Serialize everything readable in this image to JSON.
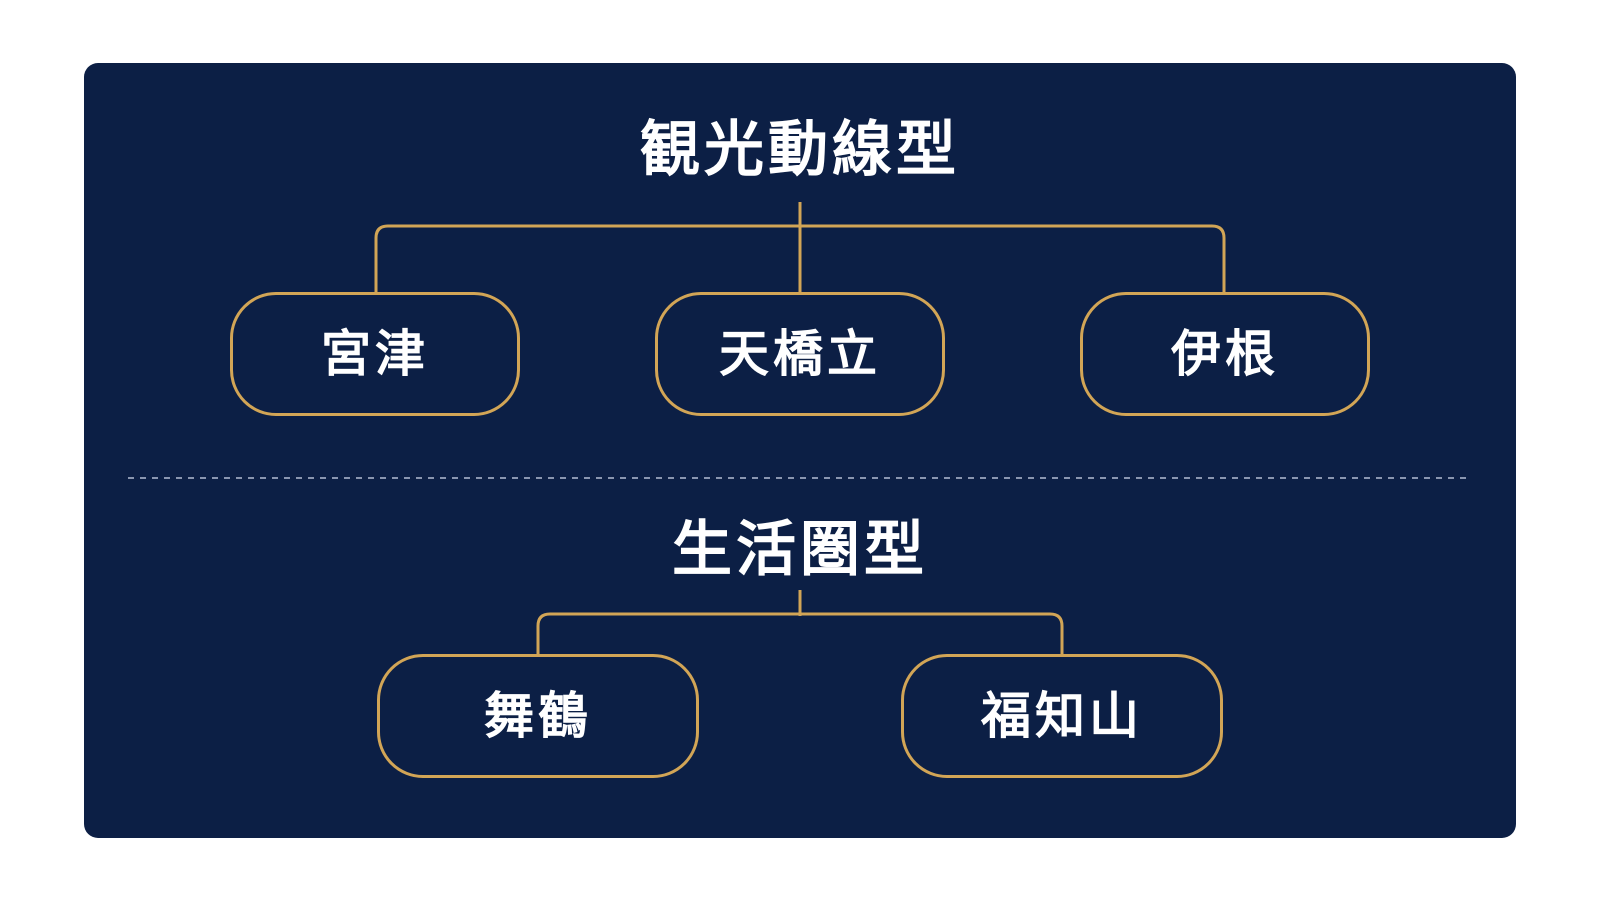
{
  "colors": {
    "background": "#ffffff",
    "panel": "#0c1f45",
    "accent": "#d2a556",
    "text": "#ffffff",
    "divider": "#8a96b0"
  },
  "groups": [
    {
      "title": "観光動線型",
      "nodes": [
        "宮津",
        "天橋立",
        "伊根"
      ]
    },
    {
      "title": "生活圏型",
      "nodes": [
        "舞鶴",
        "福知山"
      ]
    }
  ]
}
